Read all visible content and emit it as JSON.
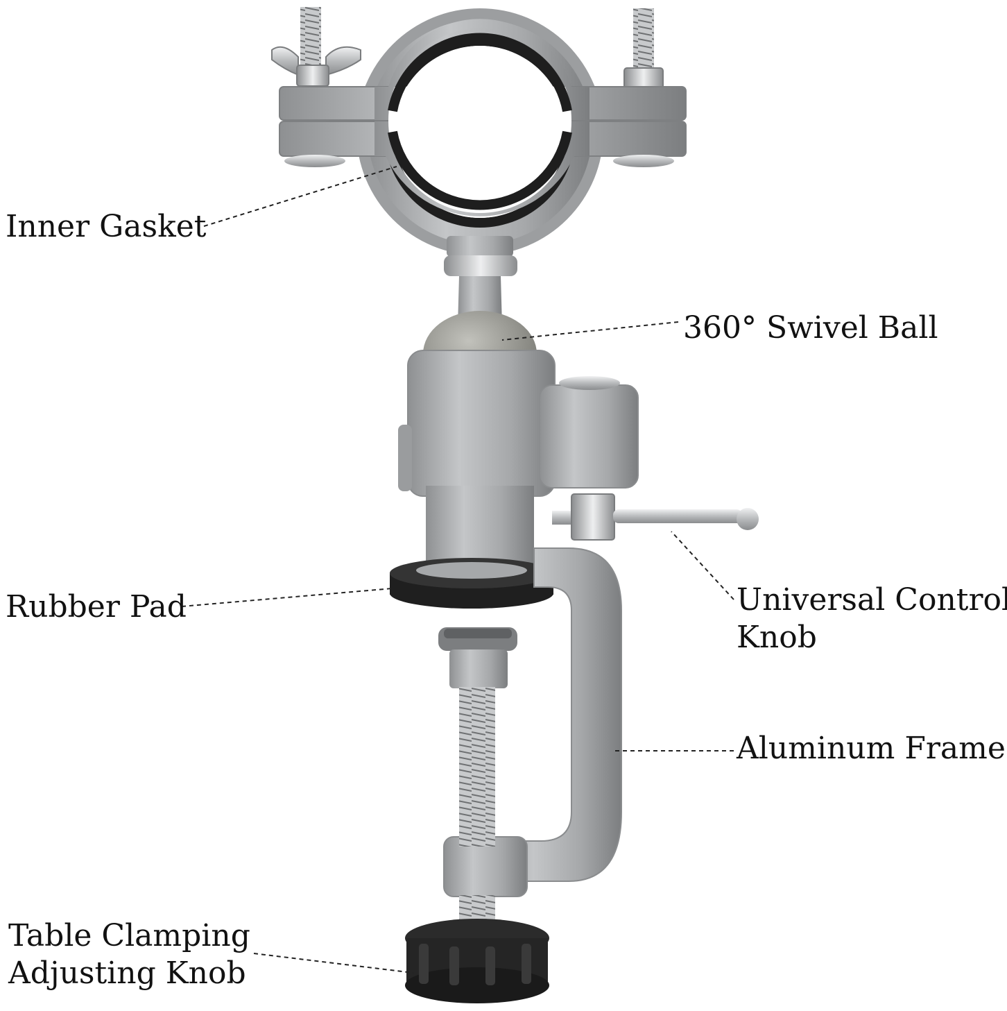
{
  "colors": {
    "background": "#ffffff",
    "metal": "#a9abad",
    "metal_light": "#c9cbcd",
    "metal_dark": "#7e8082",
    "rubber": "#2a2a2a",
    "steel": "#d8dadc",
    "text": "#111111",
    "leader": "#222222"
  },
  "labels": {
    "inner_gasket": "Inner Gasket",
    "swivel_ball": "360° Swivel Ball",
    "rubber_pad": "Rubber Pad",
    "control_knob_line1": "Universal Control",
    "control_knob_line2": "Knob",
    "aluminum_frame": "Aluminum Frame",
    "clamp_knob_line1": "Table Clamping",
    "clamp_knob_line2": "Adjusting Knob"
  }
}
